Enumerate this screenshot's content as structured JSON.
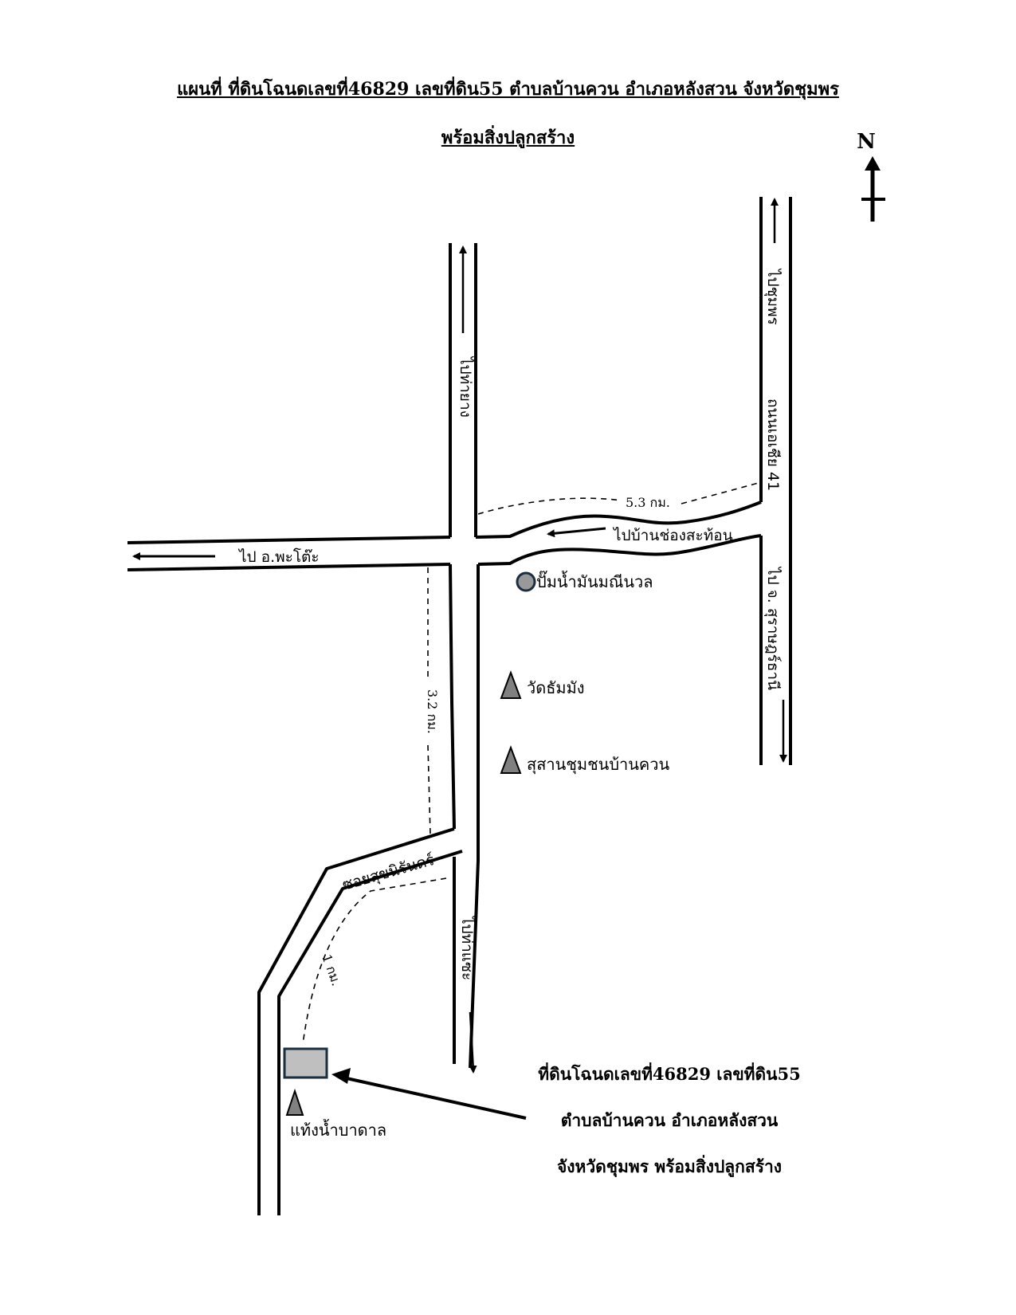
{
  "title": {
    "line1": "แผนที่ ที่ดินโฉนดเลขที่46829 เลขที่ดิน55 ตำบลบ้านควน  อำเภอหลังสวน  จังหวัดชุมพร",
    "line2": "พร้อมสิ่งปลูกสร้าง"
  },
  "north_label": "N",
  "roads": {
    "to_tha_yang": "ไปท่ายาง",
    "to_chumphon": "ไปชุมพร",
    "highway": "ถนนเอเชีย 41",
    "to_surat": "ไป จ. สุราษฎร์ธานี",
    "to_pathio": "ไป อ.พะโต๊ะ",
    "to_ban_chong_sathon": "ไปบ้านช่องสะท้อน",
    "soi": "ซอยสุขนิรันดร์",
    "to_tha_kham": "ไปท่าแซะ"
  },
  "distances": {
    "d1": "5.3 กม.",
    "d2": "3.2 กม.",
    "d3": "1 กม."
  },
  "landmarks": {
    "gas_station": "ปั๊มน้ำมันมณีนวล",
    "temple": "วัดธัมมัง",
    "cemetery": "สุสานชุมชนบ้านควน",
    "water_tank": "แท้งน้ำบาดาล"
  },
  "callout": {
    "line1": "ที่ดินโฉนดเลขที่46829 เลขที่ดิน55",
    "line2": "ตำบลบ้านควน  อำเภอหลังสวน",
    "line3": "จังหวัดชุมพร  พร้อมสิ่งปลูกสร้าง"
  },
  "colors": {
    "land_plot": "#bfbfbf",
    "marker": "#808080",
    "gas_marker": "#999999"
  }
}
